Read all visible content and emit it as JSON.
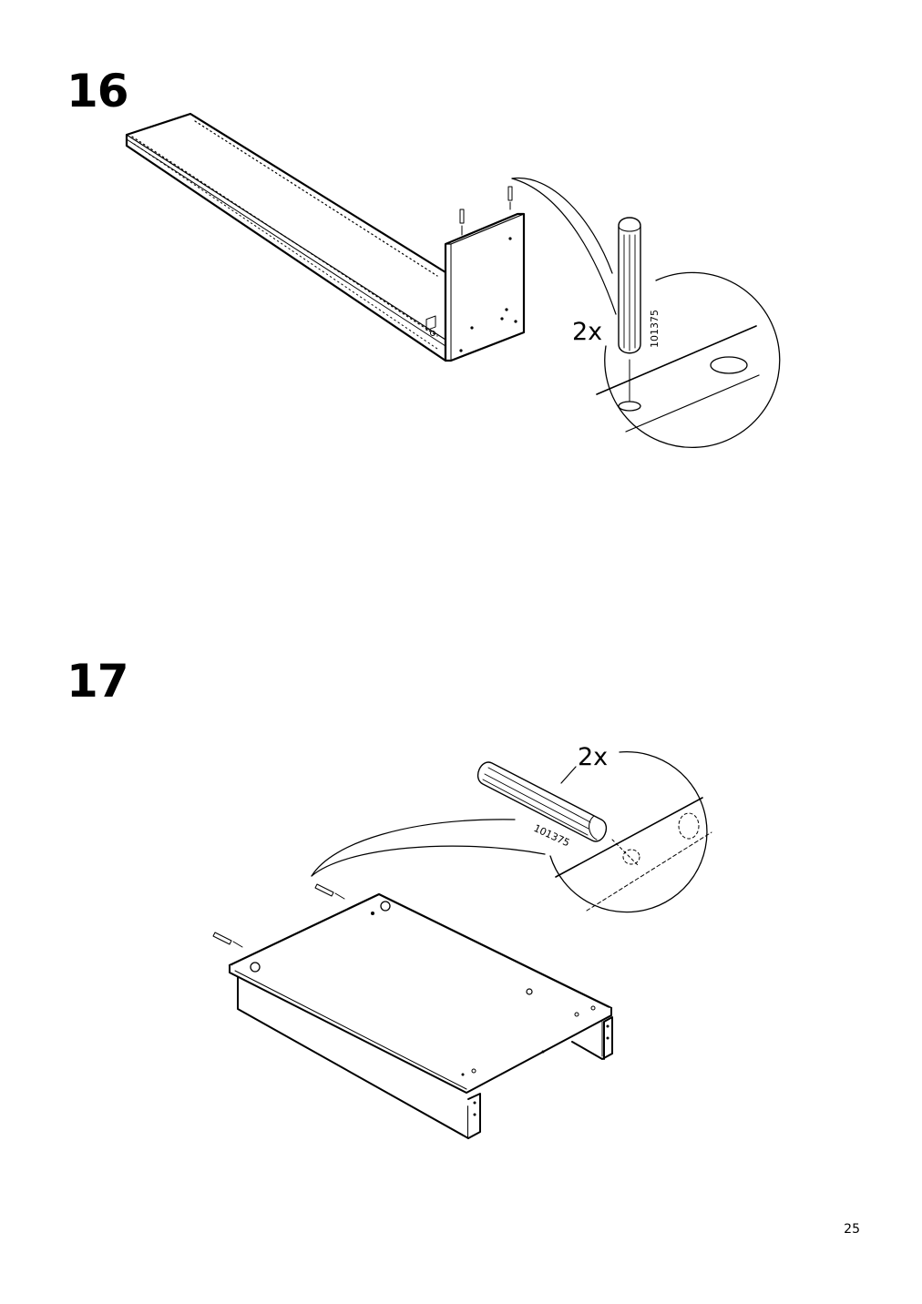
{
  "steps": [
    {
      "number": "16",
      "quantity": "2x",
      "part_number": "101375"
    },
    {
      "number": "17",
      "quantity": "2x",
      "part_number": "101375"
    }
  ],
  "page_number": "25"
}
